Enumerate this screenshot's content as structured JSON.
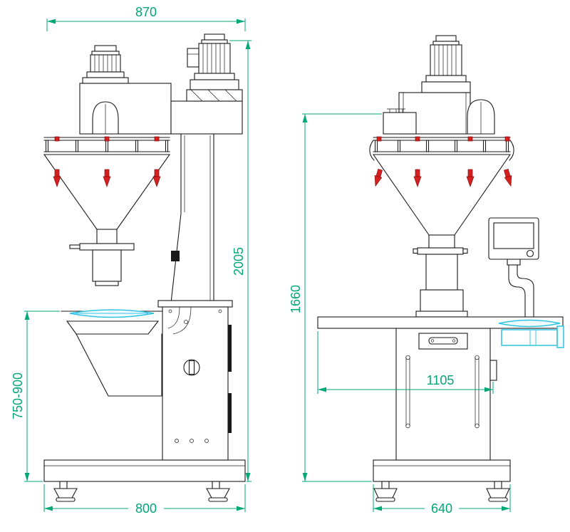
{
  "dimensions": {
    "side_view": {
      "top_width": "870",
      "overall_height": "2005",
      "discharge_height_range": "750-900",
      "base_width": "800"
    },
    "front_view": {
      "overall_height": "1660",
      "table_width": "1105",
      "base_width": "640"
    }
  },
  "colors": {
    "outline": "#1a1a1a",
    "dimension": "#00A878",
    "nozzle_red": "#d42020",
    "highlight_cyan": "#2fc4e6",
    "background": "#ffffff"
  }
}
